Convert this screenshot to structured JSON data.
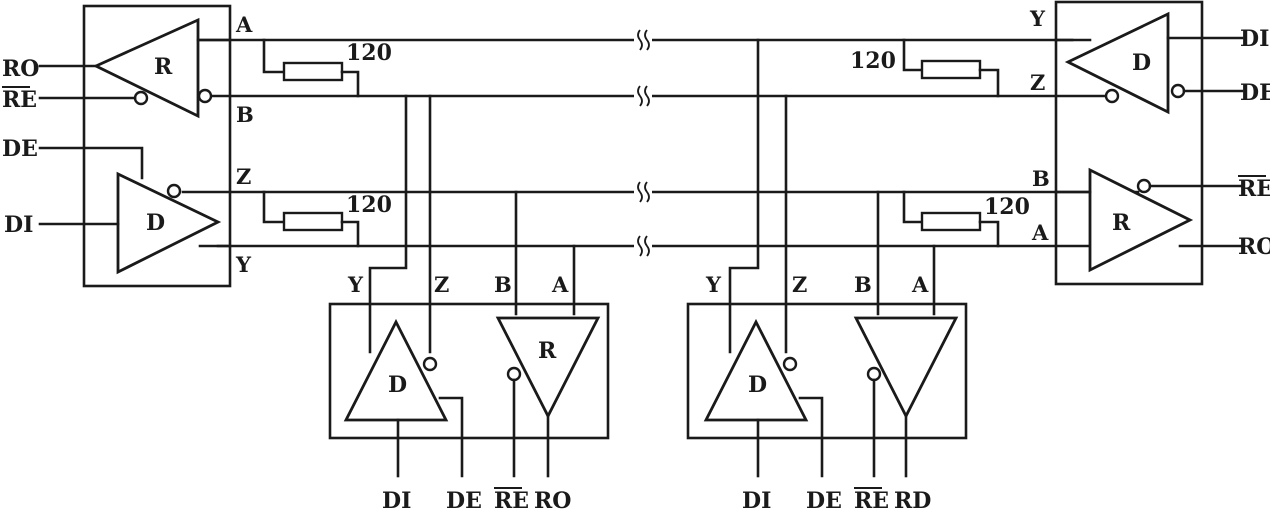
{
  "labels": {
    "A": "A",
    "B": "B",
    "Y": "Y",
    "Z": "Z",
    "R": "R",
    "D": "D",
    "RO": "RO",
    "RD": "RD",
    "DI": "DI",
    "DE": "DE",
    "RE": "RE",
    "resistor": "120"
  }
}
